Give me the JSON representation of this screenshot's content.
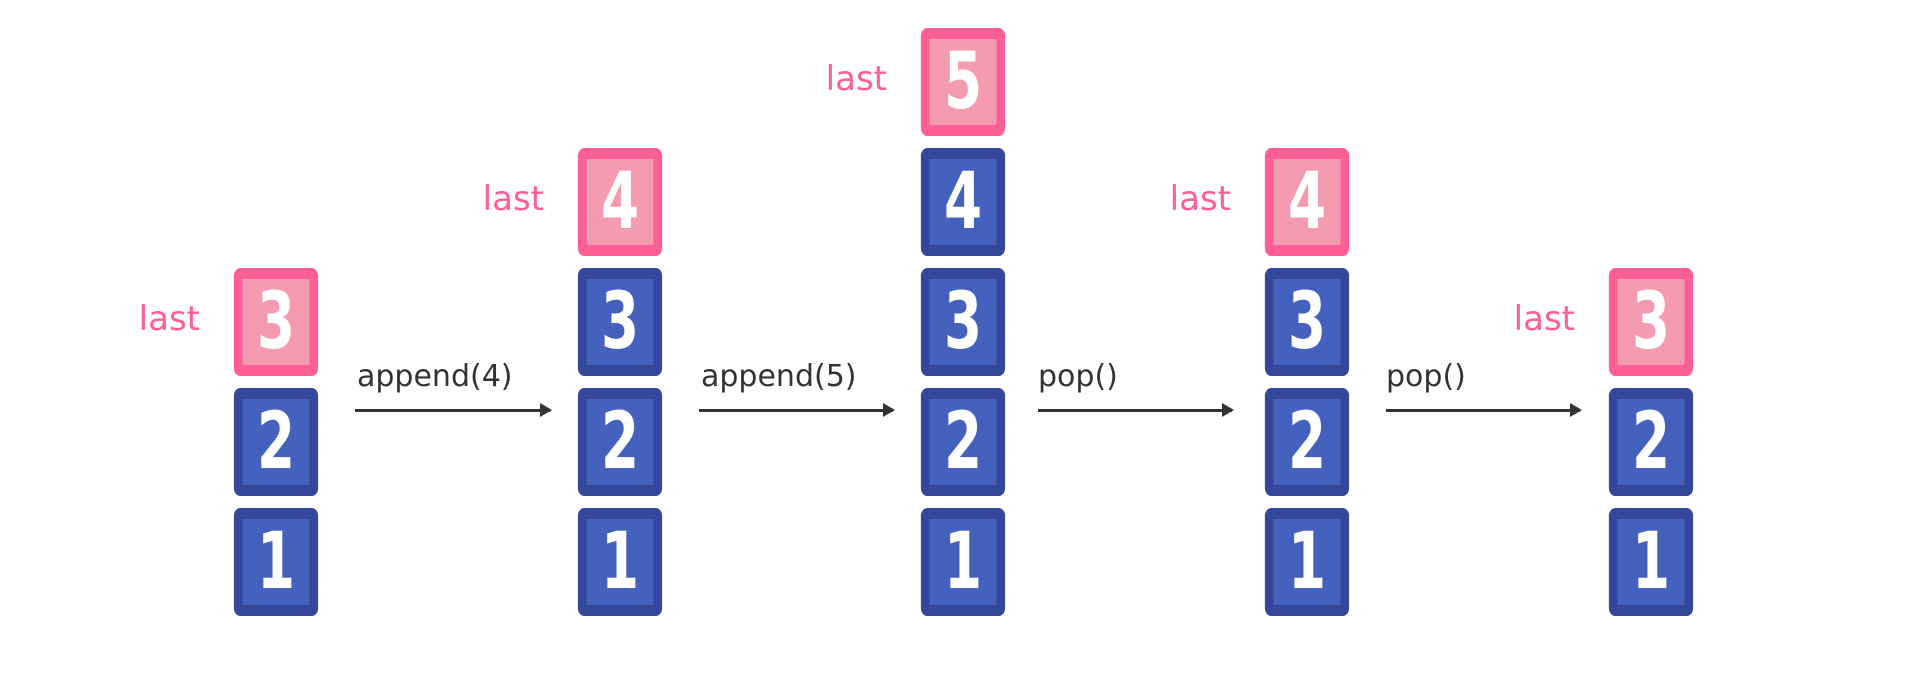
{
  "colors": {
    "stack_item_border": "#34479a",
    "stack_item_fill": "#4361bd",
    "top_item_border": "#ff5f97",
    "top_item_fill": "#f59bb0",
    "last_label": "#ff5f97",
    "operation_text": "#333333"
  },
  "stacks": [
    {
      "items": [
        "1",
        "2",
        "3"
      ],
      "top_label": "last"
    },
    {
      "items": [
        "1",
        "2",
        "3",
        "4"
      ],
      "top_label": "last"
    },
    {
      "items": [
        "1",
        "2",
        "3",
        "4",
        "5"
      ],
      "top_label": "last"
    },
    {
      "items": [
        "1",
        "2",
        "3",
        "4"
      ],
      "top_label": "last"
    },
    {
      "items": [
        "1",
        "2",
        "3"
      ],
      "top_label": "last"
    }
  ],
  "operations": [
    {
      "label": "append(4)"
    },
    {
      "label": "append(5)"
    },
    {
      "label": "pop()"
    },
    {
      "label": "pop()"
    }
  ]
}
